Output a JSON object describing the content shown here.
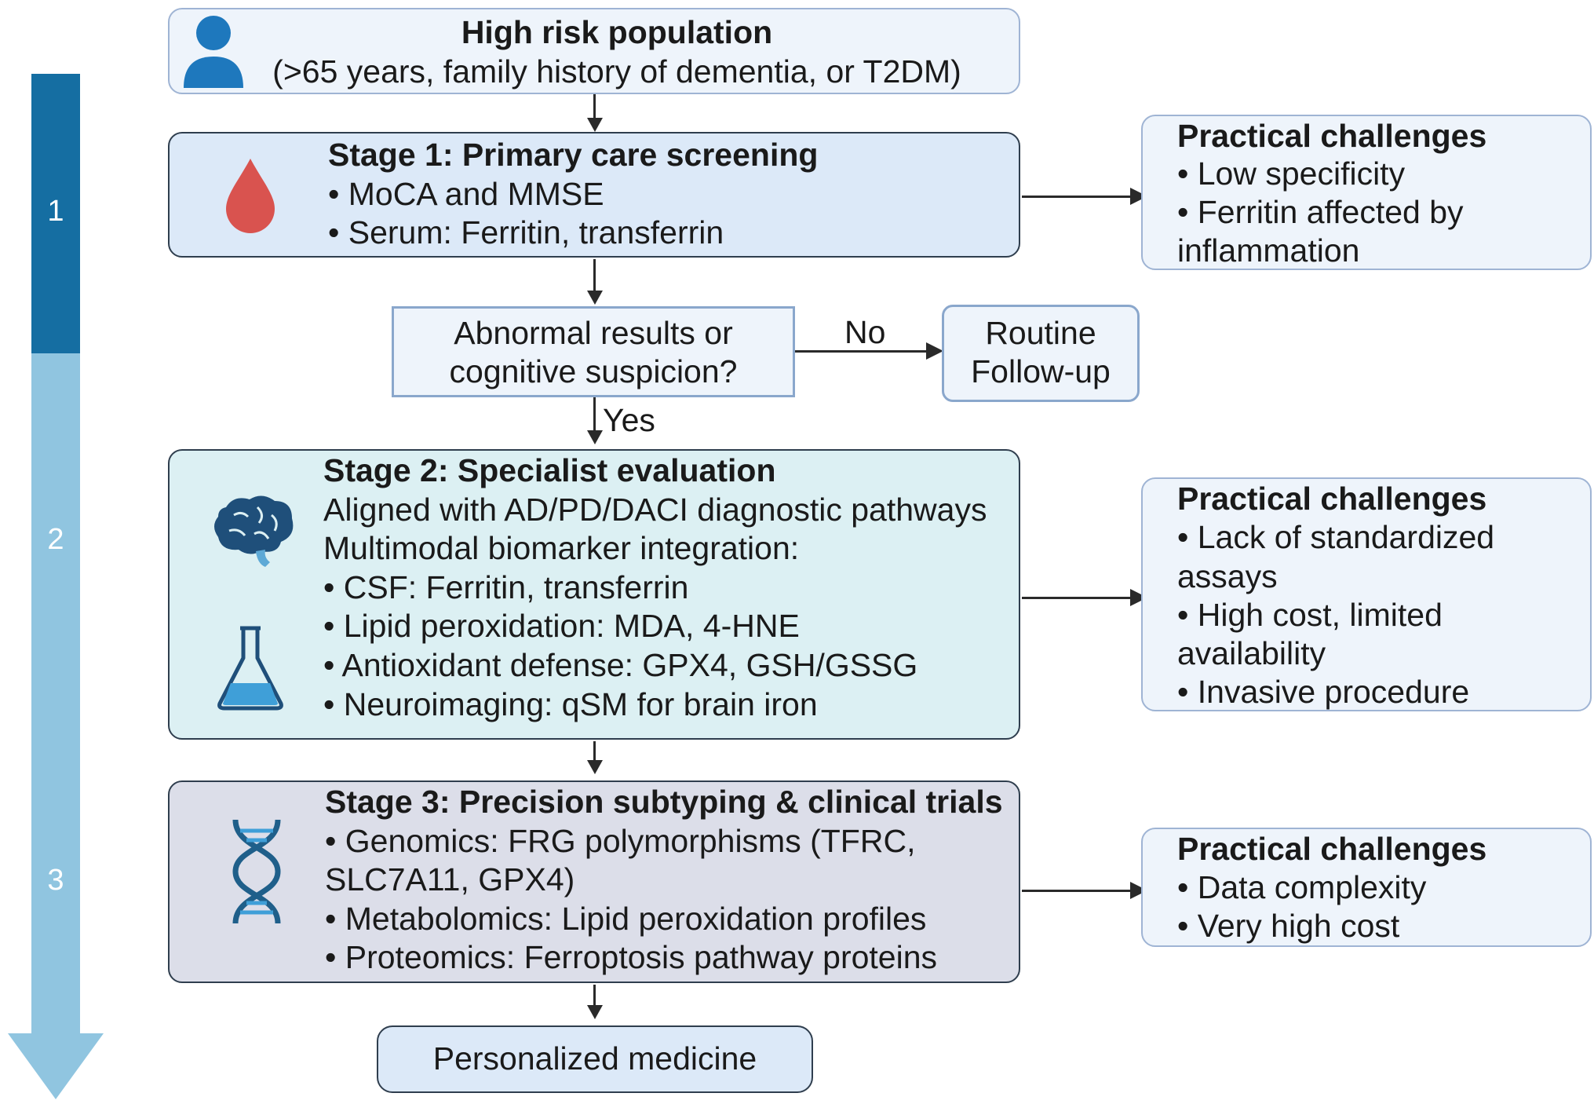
{
  "progress_bar": {
    "steps": [
      {
        "label": "1",
        "color": "#156ea2"
      },
      {
        "label": "2",
        "color": "#90c5e0"
      },
      {
        "label": "3",
        "color": "#90c5e0"
      }
    ]
  },
  "population": {
    "icon": "person-icon",
    "title": "High risk population",
    "subtitle": "(>65 years, family history of dementia, or T2DM)"
  },
  "stage1": {
    "icon": "blood-drop-icon",
    "title": "Stage 1: Primary care screening",
    "items": [
      "• MoCA and MMSE",
      "• Serum: Ferritin, transferrin"
    ],
    "challenges": {
      "title": "Practical challenges",
      "lines": [
        "• Low specificity",
        "• Ferritin affected by",
        "inflammation"
      ]
    }
  },
  "decision": {
    "question_lines": [
      "Abnormal results or",
      "cognitive suspicion?"
    ],
    "no_label": "No",
    "yes_label": "Yes",
    "routine_lines": [
      "Routine",
      "Follow-up"
    ]
  },
  "stage2": {
    "icons": [
      "brain-icon",
      "flask-icon"
    ],
    "title": "Stage 2: Specialist evaluation",
    "items": [
      "Aligned with AD/PD/DACI diagnostic pathways",
      "Multimodal biomarker integration:",
      "• CSF: Ferritin, transferrin",
      "• Lipid peroxidation: MDA, 4-HNE",
      "• Antioxidant defense: GPX4, GSH/GSSG",
      "• Neuroimaging: qSM for brain iron"
    ],
    "challenges": {
      "title": "Practical challenges",
      "lines": [
        "• Lack of standardized",
        "assays",
        "• High cost, limited",
        "availability",
        "• Invasive procedure"
      ]
    }
  },
  "stage3": {
    "icon": "dna-icon",
    "title": "Stage 3: Precision subtyping & clinical trials",
    "items": [
      "• Genomics: FRG polymorphisms (TFRC,",
      "SLC7A11, GPX4)",
      "• Metabolomics: Lipid peroxidation profiles",
      "• Proteomics: Ferroptosis pathway proteins"
    ],
    "challenges": {
      "title": "Practical challenges",
      "lines": [
        "• Data complexity",
        "• Very high cost"
      ]
    }
  },
  "outcome": {
    "label": "Personalized medicine"
  },
  "colors": {
    "population_fill": "#eef4fb",
    "stage1_fill": "#dce9f8",
    "stage2_fill": "#dcf0f3",
    "stage3_fill": "#dcdee9",
    "challenge_fill": "#eef4fb",
    "decision_border": "#8aa7cc",
    "bar_dark": "#156ea2",
    "bar_light": "#90c5e0"
  }
}
